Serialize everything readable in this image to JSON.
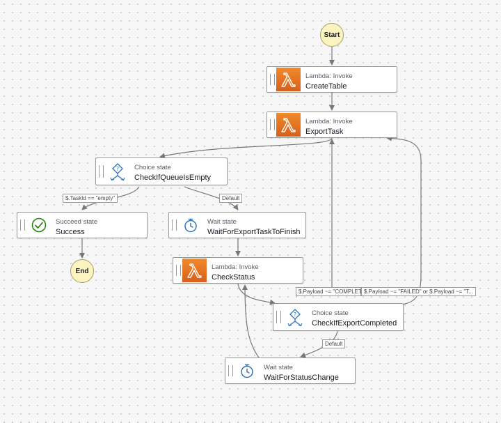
{
  "start_label": "Start",
  "end_label": "End",
  "nodes": {
    "create_table": {
      "type": "Lambda: Invoke",
      "name": "CreateTable"
    },
    "export_task": {
      "type": "Lambda: Invoke",
      "name": "ExportTask"
    },
    "check_if_queue_is_empty": {
      "type": "Choice state",
      "name": "CheckIfQueueIsEmpty"
    },
    "success": {
      "type": "Succeed state",
      "name": "Success"
    },
    "wait_for_export_task_to_finish": {
      "type": "Wait state",
      "name": "WaitForExportTaskToFinish"
    },
    "check_status": {
      "type": "Lambda: Invoke",
      "name": "CheckStatus"
    },
    "check_if_export_completed": {
      "type": "Choice state",
      "name": "CheckIfExportCompleted"
    },
    "wait_for_status_change": {
      "type": "Wait state",
      "name": "WaitForStatusChange"
    }
  },
  "edge_labels": {
    "task_id_empty": "$.TaskId == \"empty\"",
    "queue_default": "Default",
    "payload_completed": "$.Payload ~= \"COMPLETED\"",
    "payload_failed": "$.Payload ~= \"FAILED\" or $.Payload ~= \"T...",
    "export_default": "Default"
  },
  "colors": {
    "lambda_orange": "#e8731f",
    "terminal_fill": "#fbf3c0",
    "edge": "#777777",
    "choice_blue": "#2e73b8",
    "success_green": "#1d8102"
  }
}
